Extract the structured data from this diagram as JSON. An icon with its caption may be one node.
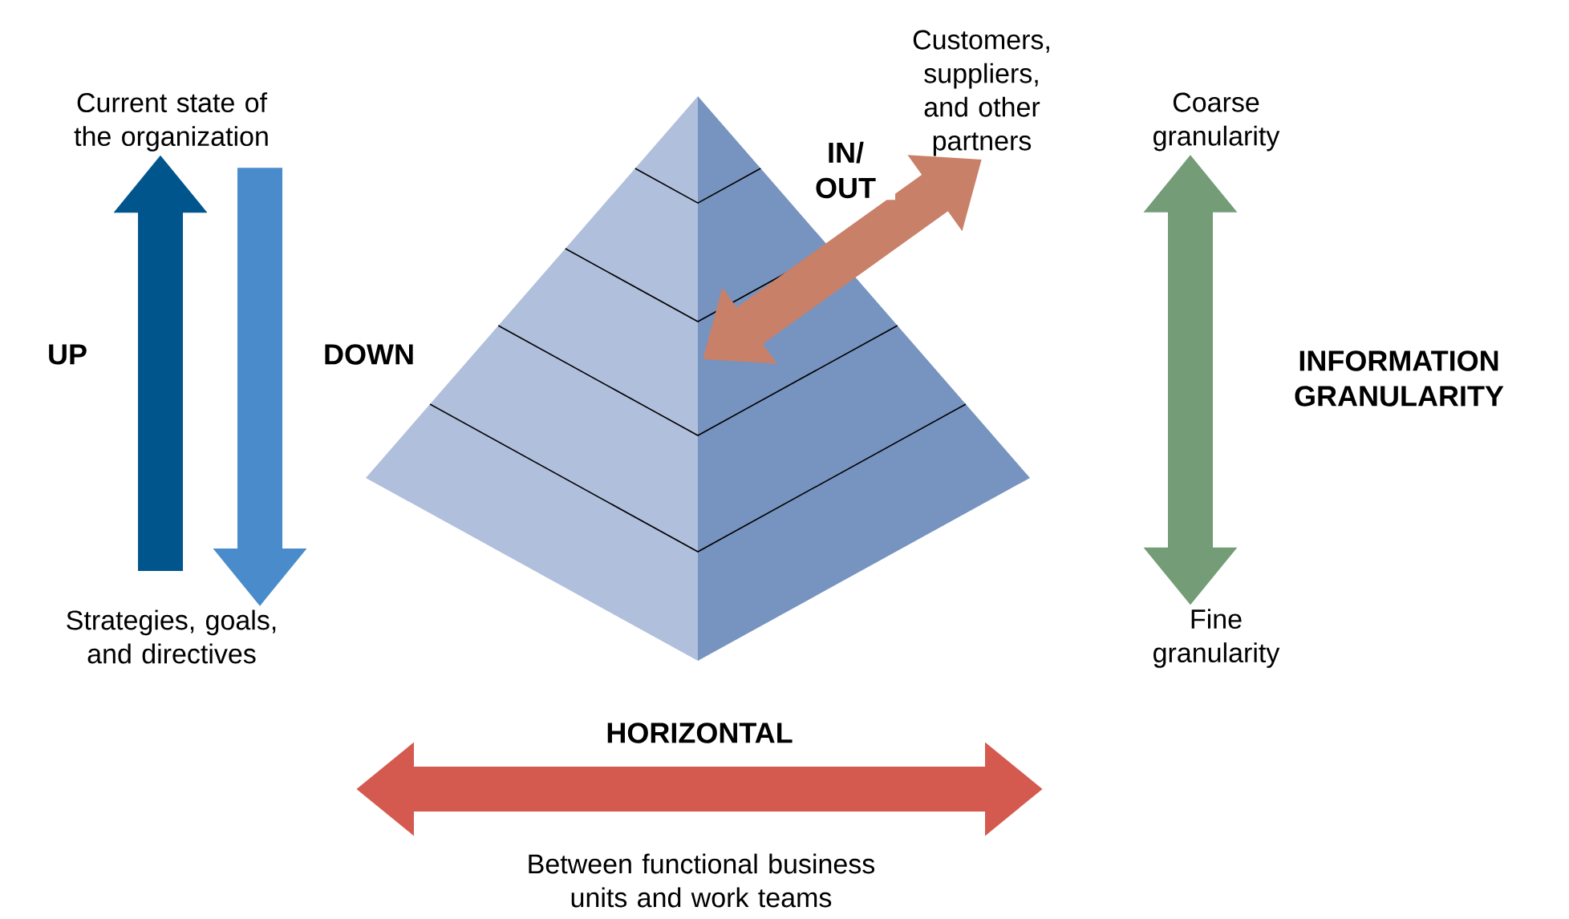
{
  "diagram": {
    "nodes": [
      {
        "text": [
          "Current state of the organization"
        ]
      },
      {
        "text": [
          "Strategies, goals, and directives"
        ]
      },
      {
        "text": [
          "Customers, suppliers, and other partners"
        ]
      },
      {
        "text": [
          "Coarse granularity"
        ]
      },
      {
        "text": [
          "Fine granularity"
        ]
      },
      {
        "text": [],
        "shape": "pyramid"
      }
    ],
    "edges": [
      {
        "from": 1,
        "to": 0,
        "arrow": "to",
        "label": "UP",
        "color": "#00558c"
      },
      {
        "from": 0,
        "to": 1,
        "arrow": "to",
        "label": "DOWN",
        "color": "#4a8ccb"
      },
      {
        "from": 5,
        "to": 2,
        "arrow": "both",
        "label": "IN/ OUT",
        "color": "#c98068"
      },
      {
        "from": 3,
        "to": 4,
        "arrow": "both",
        "label": "INFORMATION GRANULARITY",
        "color": "#739c77"
      }
    ],
    "labels": [
      "HORIZONTAL",
      "Between functional business units and work teams"
    ]
  }
}
